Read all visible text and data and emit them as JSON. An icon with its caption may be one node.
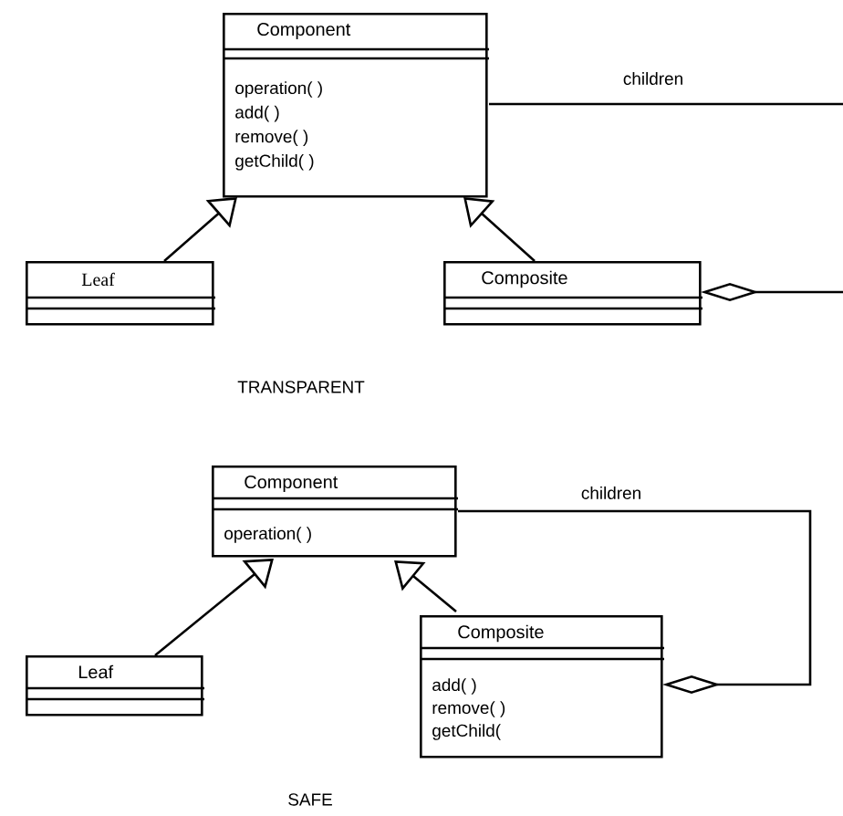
{
  "diagram": {
    "nodes": [
      {
        "text": [
          "Component",
          "operation( )",
          "add( )",
          "remove( )",
          "getChild( )"
        ]
      },
      {
        "text": [
          "Leaf"
        ]
      },
      {
        "text": [
          "Composite"
        ]
      },
      {
        "text": [
          "Component",
          "operation( )"
        ]
      },
      {
        "text": [
          "Leaf"
        ]
      },
      {
        "text": [
          "Composite",
          "add( )",
          "remove( )",
          "getChild("
        ]
      }
    ],
    "edges": [
      {
        "from": 1,
        "to": 0,
        "arrow": "to"
      },
      {
        "from": 2,
        "to": 0,
        "arrow": "to"
      },
      {
        "from": 0,
        "to": null,
        "arrow": "none",
        "label": "children"
      },
      {
        "from": 2,
        "to": null,
        "arrow": "other"
      },
      {
        "from": 4,
        "to": 3,
        "arrow": "to"
      },
      {
        "from": 5,
        "to": 3,
        "arrow": "to"
      },
      {
        "from": 5,
        "to": 3,
        "arrow": "other",
        "label": "children"
      }
    ],
    "labels": [
      "TRANSPARENT",
      "SAFE"
    ]
  }
}
